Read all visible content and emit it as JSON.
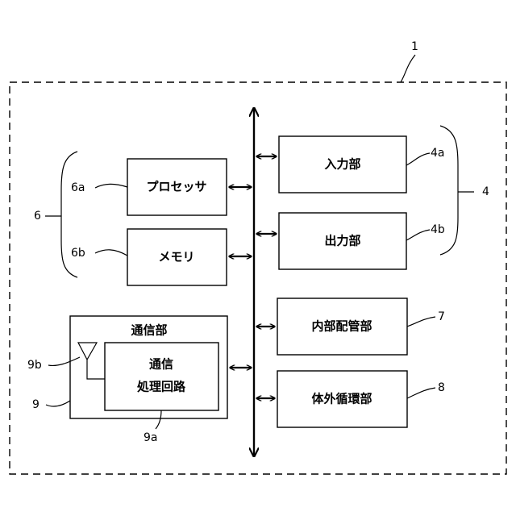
{
  "diagram": {
    "system_ref": "1",
    "blocks": {
      "input": {
        "label": "入力部",
        "ref": "4a"
      },
      "output": {
        "label": "出力部",
        "ref": "4b"
      },
      "input_output_group_ref": "4",
      "processor": {
        "label": "プロセッサ",
        "ref": "6a"
      },
      "memory": {
        "label": "メモリ",
        "ref": "6b"
      },
      "control_group_ref": "6",
      "internal_piping": {
        "label": "内部配管部",
        "ref": "7"
      },
      "extracorporeal": {
        "label": "体外循環部",
        "ref": "8"
      },
      "communication": {
        "label": "通信部",
        "ref": "9",
        "antenna_ref": "9b",
        "circuit": {
          "line1": "通信",
          "line2": "処理回路",
          "ref": "9a"
        }
      }
    }
  }
}
